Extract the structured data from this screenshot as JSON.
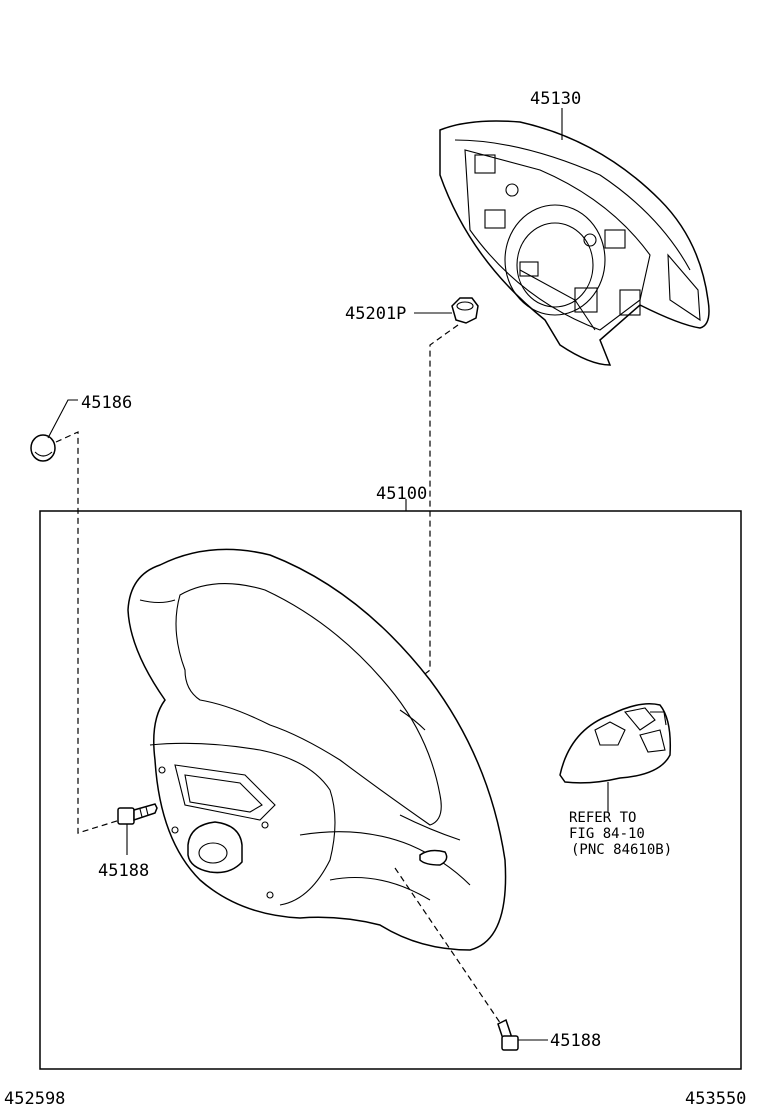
{
  "labels": {
    "airbag": "45130",
    "nut": "45201P",
    "cap": "45186",
    "assembly": "45100",
    "screw_left": "45188",
    "screw_bottom": "45188",
    "footer_left": "452598",
    "footer_right": "453550"
  },
  "reference": {
    "line1": "REFER TO",
    "line2": "FIG 84-10",
    "line3": "(PNC 84610B)"
  }
}
